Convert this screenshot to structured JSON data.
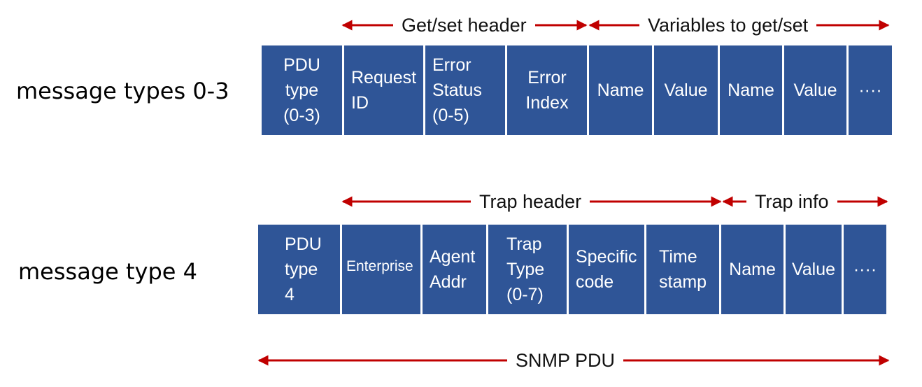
{
  "rows": [
    {
      "label": "message types 0-3",
      "fields": [
        {
          "text": "PDU\ntype\n(0-3)"
        },
        {
          "text": "Request\nID"
        },
        {
          "text": "Error\nStatus\n(0-5)"
        },
        {
          "text": "Error\nIndex"
        },
        {
          "text": "Name"
        },
        {
          "text": "Value"
        },
        {
          "text": "Name"
        },
        {
          "text": "Value"
        },
        {
          "text": "····"
        }
      ]
    },
    {
      "label": "message type 4",
      "fields": [
        {
          "text": "PDU\ntype\n4"
        },
        {
          "text": "Enterprise"
        },
        {
          "text": "Agent\nAddr"
        },
        {
          "text": "Trap\nType\n(0-7)"
        },
        {
          "text": "Specific\ncode"
        },
        {
          "text": "Time\nstamp"
        },
        {
          "text": "Name"
        },
        {
          "text": "Value"
        },
        {
          "text": "····"
        }
      ]
    }
  ],
  "spans": {
    "getset_header": "Get/set header",
    "variables": "Variables to get/set",
    "trap_header": "Trap header",
    "trap_info": "Trap info",
    "snmp_pdu": "SNMP PDU"
  },
  "colors": {
    "field_fill": "#2f5597",
    "arrow": "#c00000"
  }
}
